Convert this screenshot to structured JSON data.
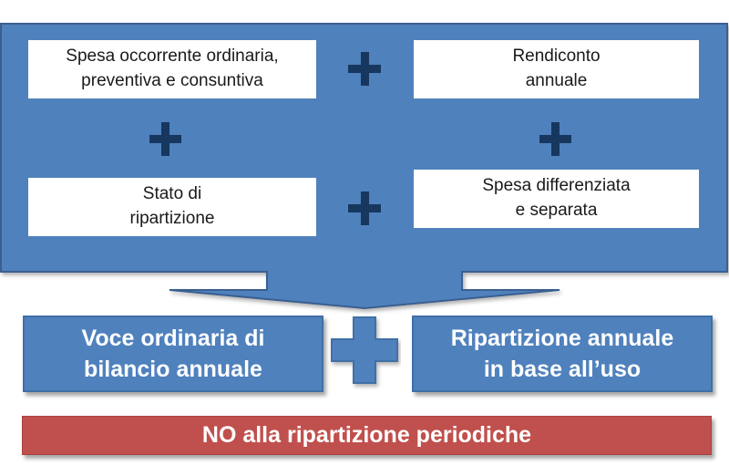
{
  "top_panel": {
    "top_left": "Spesa occorrente ordinaria,\npreventiva e consuntiva",
    "top_right": "Rendiconto\nannuale",
    "bottom_left": "Stato di\nripartizione",
    "bottom_right": "Spesa differenziata\ne separata"
  },
  "result": {
    "left": "Voce ordinaria di\nbilancio annuale",
    "right": "Ripartizione annuale\nin base all’uso"
  },
  "banner": {
    "text": "NO alla ripartizione periodiche"
  },
  "colors": {
    "panel_fill": "#4f81bd",
    "panel_border": "#3b5f8f",
    "plus_dark": "#17375e",
    "banner_red": "#c0504d"
  },
  "icons": {
    "plus": "plus-icon",
    "arrow": "down-arrow-icon"
  }
}
